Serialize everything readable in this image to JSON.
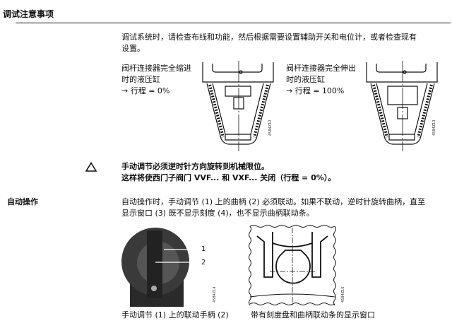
{
  "section_title": "调试注意事项",
  "intro": {
    "line1": "调试系统时，请检查布线和功能，然后根据需要设置辅助开关和电位计，或者检查现有",
    "line2": "设置。"
  },
  "figure_left": {
    "label_line1": "阀杆连接器完全缩进",
    "label_line2": "时的液压缸",
    "label_line3": "→ 行程 = 0%",
    "code": "4584Z12"
  },
  "figure_right": {
    "label_line1": "阀杆连接器完全伸出",
    "label_line2": "时的液压缸",
    "label_line3": "→ 行程 = 100%",
    "code": "4584Z13"
  },
  "warning": {
    "icon": "warning-triangle-icon",
    "line1": "手动调节必须逆时针方向旋转到机械限位。",
    "line2": "这样将使西门子阀门 VVF... 和 VXF... 关闭（行程 = 0%）。"
  },
  "auto_operation": {
    "heading": "自动操作",
    "line1": "自动操作时，手动调节 (1) 上的曲柄 (2) 必须联动。如果不联动，逆时针旋转曲柄，直至",
    "line2": "显示窗口 (3) 既不显示刻度 (4)，也不显示曲柄联动条。"
  },
  "photo": {
    "callout1": "1",
    "callout2": "2",
    "code": "4584Z14",
    "caption": "手动调节 (1) 上的联动手柄 (2)"
  },
  "window_figure": {
    "code": "4584Z16",
    "caption": "带有刻度盘和曲柄联动条的显示窗口"
  }
}
